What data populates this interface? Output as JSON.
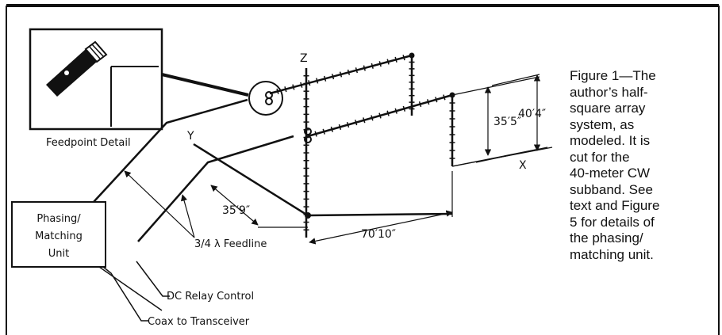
{
  "labels": {
    "feedpoint_detail": "Feedpoint Detail",
    "z_axis": "Z",
    "y_axis": "Y",
    "x_axis": "X",
    "dim_35_9": "35′9″",
    "dim_70_10": "70′10″",
    "dim_35_5": "35′5″",
    "dim_40_4": "40′4″",
    "phasing_unit": [
      "Phasing/",
      "Matching",
      "Unit"
    ],
    "feedline": "3/4 λ Feedline",
    "dc_relay": "DC Relay Control",
    "coax": "Coax to Transceiver"
  },
  "caption_lines": [
    "Figure 1—The",
    "author’s half-",
    "square array",
    "system, as",
    "modeled. It is",
    "cut for the",
    "40-meter CW",
    "subband. See",
    "text and Figure",
    "5 for details of",
    "the phasing/",
    "matching unit."
  ]
}
